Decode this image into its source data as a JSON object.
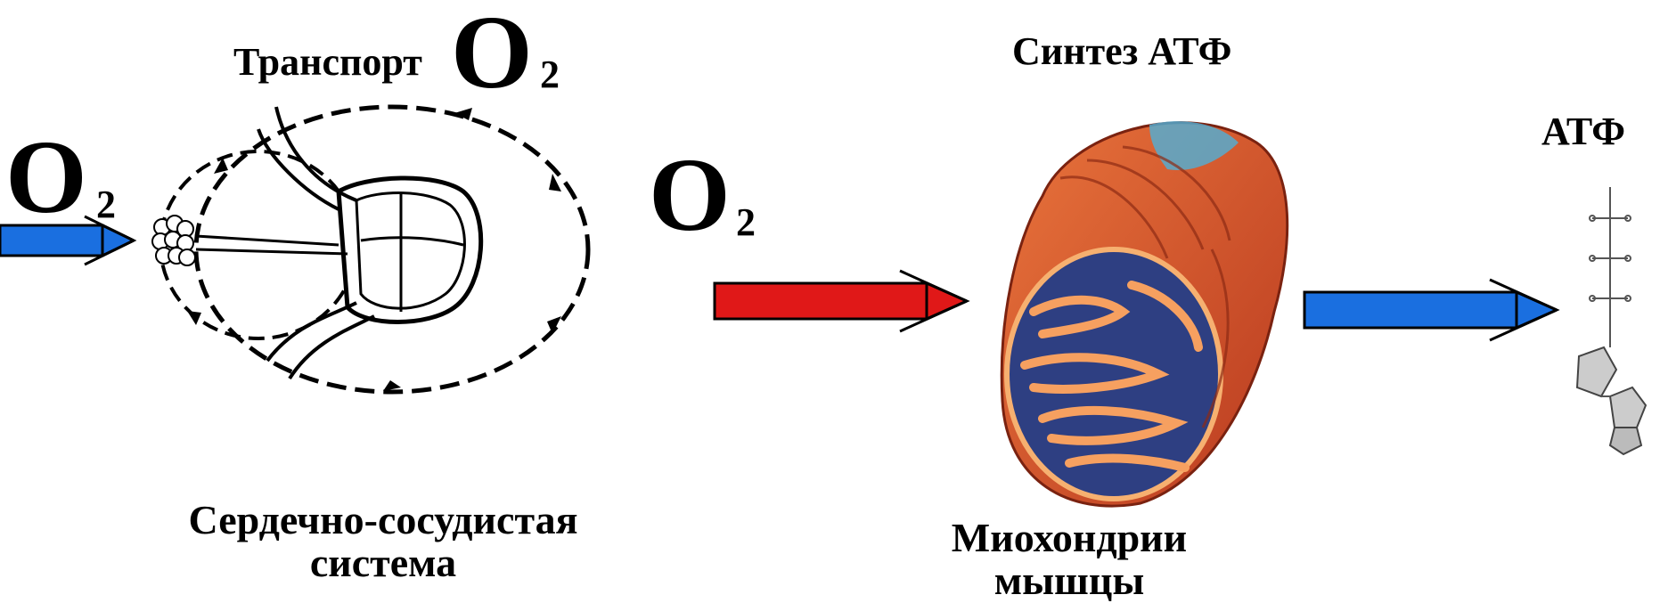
{
  "colors": {
    "arrow_blue": "#1a6fe0",
    "arrow_red": "#e01818",
    "outline": "#000000",
    "mito_outer": "#d9532e",
    "mito_inner": "#f08a3c",
    "mito_matrix": "#3a4a8a"
  },
  "labels": {
    "transport": "Транспорт",
    "o2_symbol": "O",
    "o2_subscript": "2",
    "synthesis_atp": "Синтез АТФ",
    "atp": "АТФ",
    "cardiovascular": "Сердечно-сосудистая система",
    "mitochondria": "Миохондрии мышцы"
  },
  "icons": {
    "heart_diagram": "heart-circulation-diagram",
    "mitochondrion": "mitochondrion-illustration",
    "atp_molecule": "atp-molecule-structure"
  }
}
